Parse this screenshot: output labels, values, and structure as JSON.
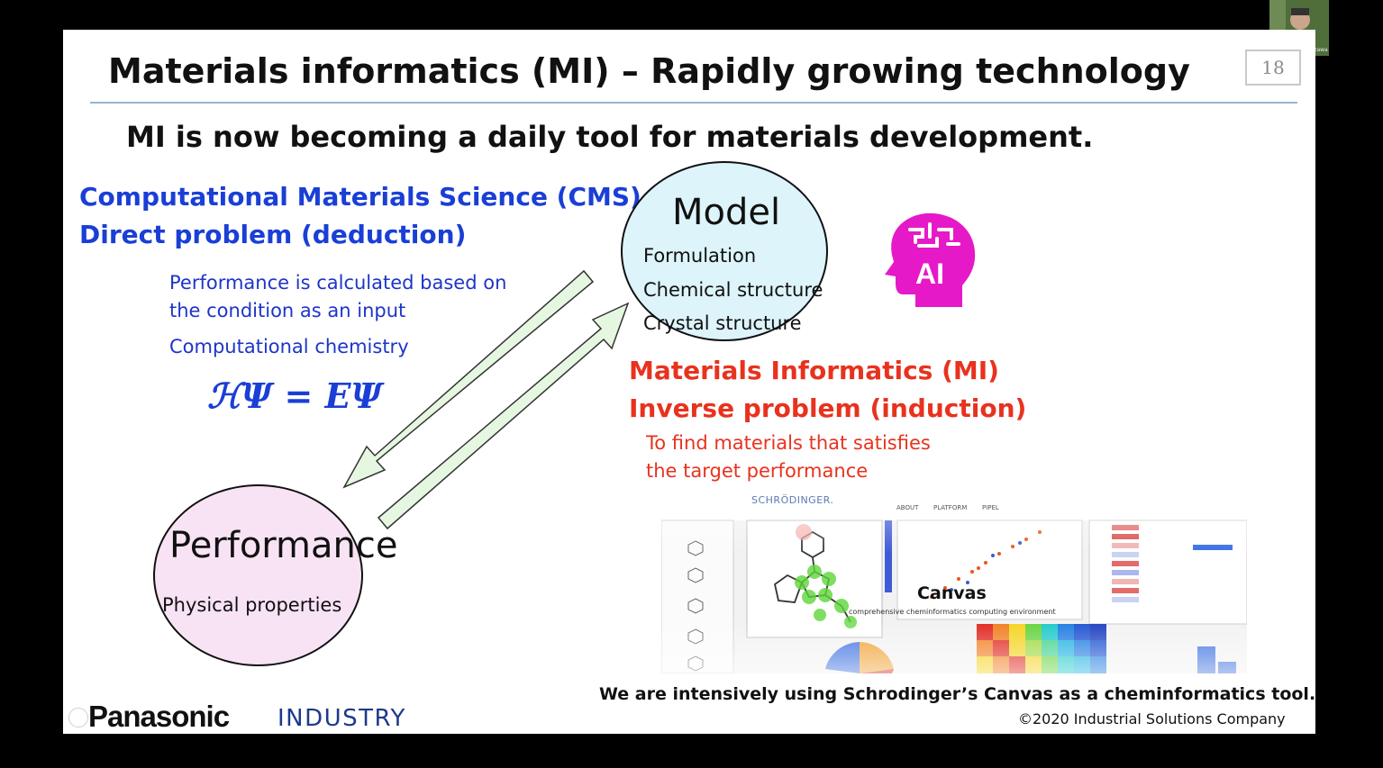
{
  "slide": {
    "title": "Materials informatics (MI) – Rapidly growing technology",
    "page_number": "18",
    "subtitle": "MI is now becoming a daily tool for materials development.",
    "cms": {
      "line1": "Computational Materials Science (CMS)",
      "line2": "Direct problem (deduction)",
      "desc1": "Performance is calculated based on",
      "desc2": "the condition as an input",
      "desc3": "Computational chemistry",
      "equation": "ℋΨ = EΨ"
    },
    "model": {
      "title": "Model",
      "items": [
        "Formulation",
        "Chemical structure",
        "Crystal structure"
      ]
    },
    "ai_label": "AI",
    "mi": {
      "line1": "Materials Informatics (MI)",
      "line2": "Inverse problem (induction)",
      "desc1": "To find materials that satisfies",
      "desc2": "the target performance"
    },
    "performance": {
      "title": "Performance",
      "subtitle": "Physical properties"
    },
    "screenshot": {
      "brand": "SCHRÖDINGER.",
      "nav": [
        "ABOUT",
        "PLATFORM",
        "PIPEL"
      ],
      "product": "Canvas",
      "tagline": "comprehensive cheminformatics computing environment"
    },
    "caption": "We are intensively using Schrodinger’s Canvas as a cheminformatics tool.",
    "copyright": "©2020  Industrial Solutions Company",
    "logo": {
      "panasonic": "Panasonic",
      "industry": "INDUSTRY"
    }
  },
  "webcam": {
    "name": "Nobuyuki Matsuzawa"
  },
  "colors": {
    "cms_blue": "#1a3fd6",
    "mi_red": "#e8321e",
    "ai_magenta": "#e619c8",
    "arrow_fill": "#e6f7e1"
  }
}
